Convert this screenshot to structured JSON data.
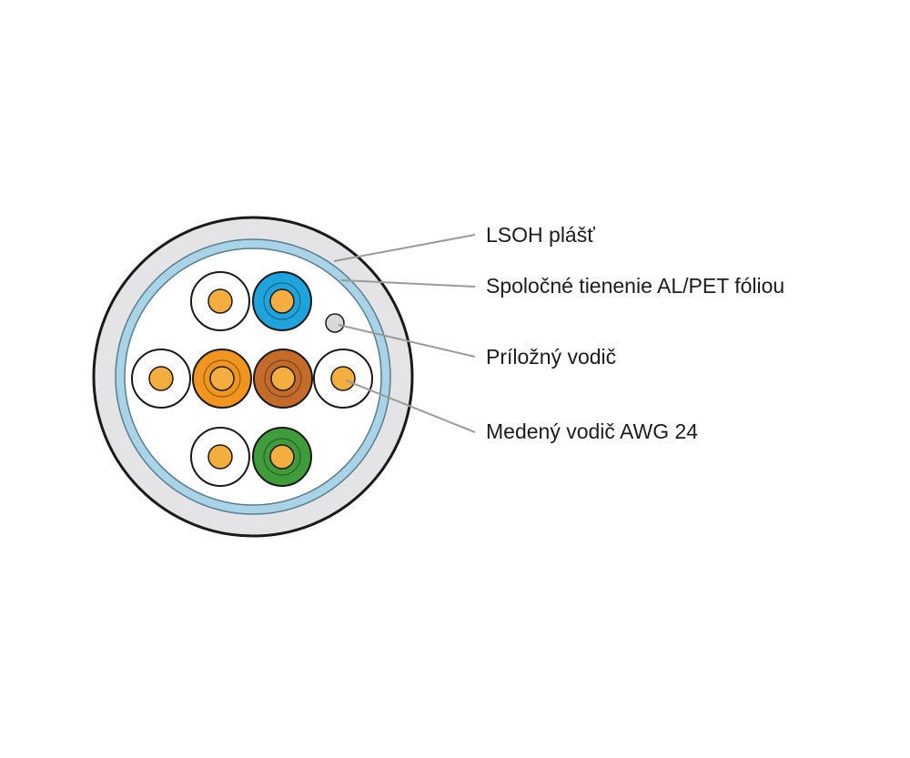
{
  "labels": {
    "jacket": "LSOH plášť",
    "shield": "Spoločné tienenie AL/PET fóliou",
    "drain_wire": "Príložný vodič",
    "conductor": "Medený vodič AWG 24"
  },
  "colors": {
    "jacket": "#e4e4e6",
    "jacket_outline": "#1a1a1a",
    "shield": "#a9d3e6",
    "core": "#ffffff",
    "conductor_copper": "#f4ae3f",
    "pair_blue": "#1fa3dd",
    "pair_orange": "#f2951f",
    "pair_brown": "#c46b2a",
    "pair_green": "#3e9c3a",
    "pair_white": "#ffffff",
    "drain_wire": "#d8d8d8",
    "leader_line": "#9a9a9a"
  }
}
